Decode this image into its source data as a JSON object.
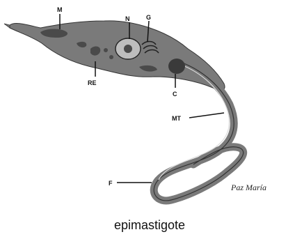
{
  "labels": {
    "m": "M",
    "n": "N",
    "g": "G",
    "re": "RE",
    "c": "C",
    "mt": "MT",
    "f": "F"
  },
  "caption": "epimastigote",
  "signature": "Paz María",
  "colors": {
    "cell_body": "#7a7a7a",
    "organelle": "#4a4a4a",
    "outline": "#333333",
    "background": "#ffffff"
  }
}
